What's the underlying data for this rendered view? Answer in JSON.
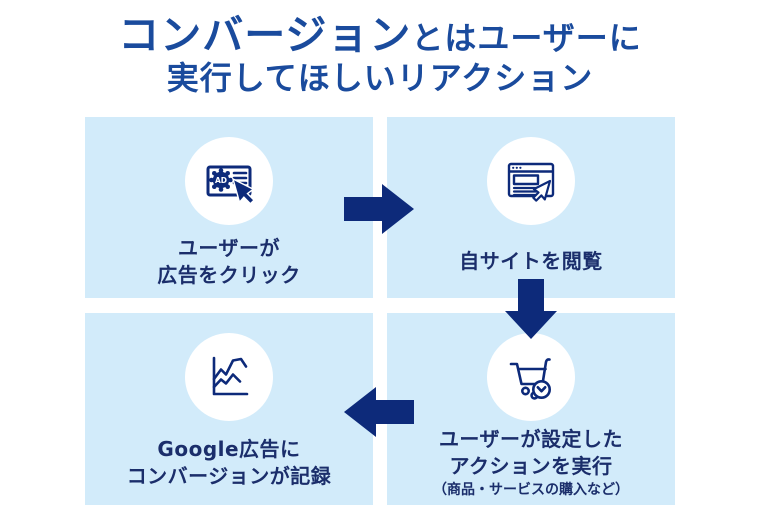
{
  "title": {
    "line1_emphasis": "コンバージョン",
    "line1_rest": "とはユーザーに",
    "line2": "実行してほしいリアクション"
  },
  "steps": [
    {
      "icon": "ad-click-icon",
      "icon_label": "AD",
      "lines": [
        "ユーザーが",
        "広告をクリック"
      ]
    },
    {
      "icon": "browser-cursor-icon",
      "lines": [
        "自サイトを閲覧"
      ]
    },
    {
      "icon": "cart-check-icon",
      "lines": [
        "ユーザーが設定した",
        "アクションを実行"
      ],
      "note": "（商品・サービスの購入など）"
    },
    {
      "icon": "line-chart-icon",
      "lines": [
        "Google広告に",
        "コンバージョンが記録"
      ]
    }
  ],
  "flow": [
    "right",
    "down",
    "left"
  ],
  "colors": {
    "title_blue": "#1a4b9d",
    "navy": "#0d2a7a",
    "label_navy": "#1b2e6b",
    "box_bg": "#d2ebfa",
    "circle_bg": "#ffffff"
  }
}
